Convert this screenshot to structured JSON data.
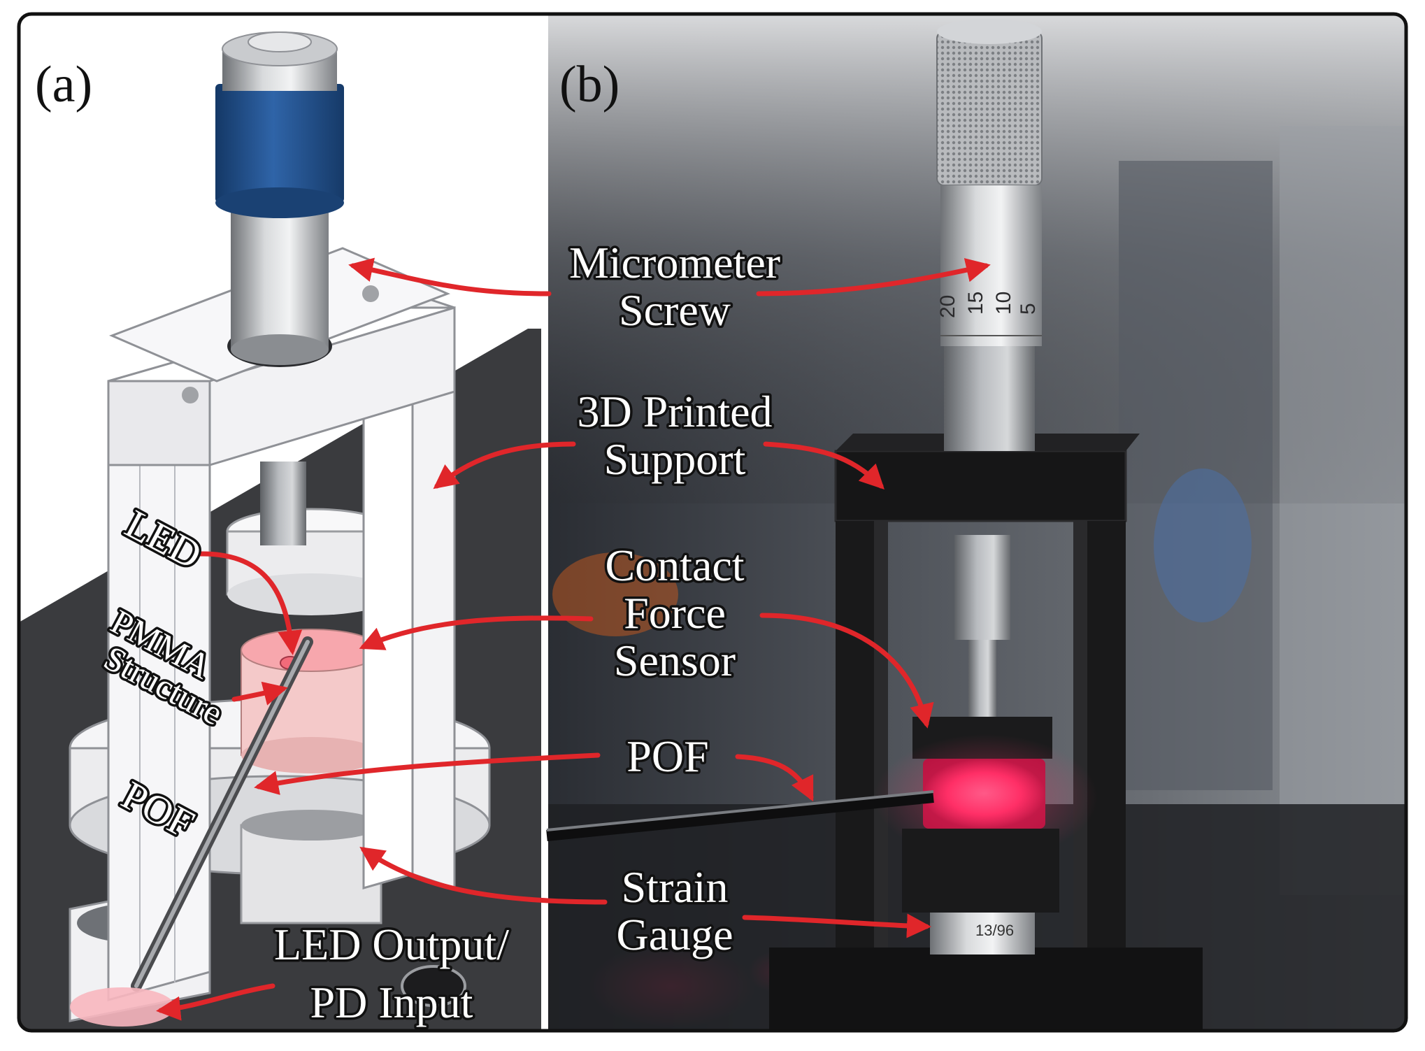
{
  "panels": {
    "a": "(a)",
    "b": "(b)"
  },
  "labels": {
    "micrometer_line1": "Micrometer",
    "micrometer_line2": "Screw",
    "support_line1": "3D Printed",
    "support_line2": "Support",
    "contact_line1": "Contact",
    "contact_line2": "Force",
    "contact_line3": "Sensor",
    "pof_center": "POF",
    "strain_line1": "Strain",
    "strain_line2": "Gauge",
    "led": "LED",
    "pmma_line1": "PMMA",
    "pmma_line2": "Structure",
    "pof_left": "POF",
    "ledout_line1": "LED Output/",
    "ledout_line2": "PD Input"
  },
  "micrometer_scale": [
    "20",
    "15",
    "10",
    "5"
  ],
  "gauge_marking": "13/96",
  "colors": {
    "arrow": "#e0262a",
    "micrometer_blue": "#1f4f8c",
    "led_glow": "#ff2a63",
    "frame_border": "#111111"
  }
}
